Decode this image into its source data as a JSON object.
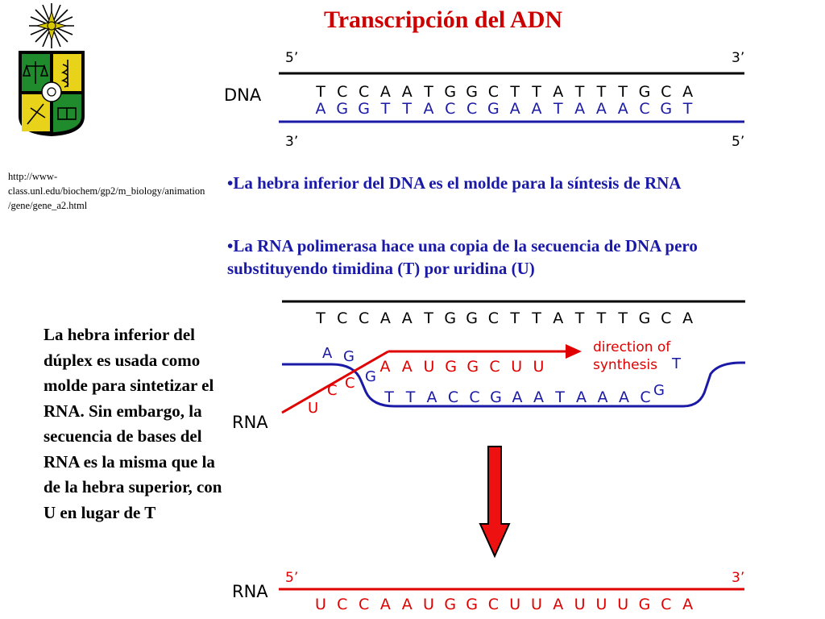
{
  "title": "Transcripción del ADN",
  "url_lines": [
    "http://www-",
    "class.unl.edu/biochem/gp2/m_biology/animation",
    "/gene/gene_a2.html"
  ],
  "bullets": [
    "•La hebra inferior del DNA es el molde para la síntesis de RNA",
    "•La RNA polimerasa hace una copia de la secuencia de DNA pero substituyendo timidina (T) por uridina (U)"
  ],
  "side_text": "La hebra inferior del dúplex es usada como molde para sintetizar el RNA. Sin embargo, la secuencia de bases del RNA es la misma que la de la hebra superior, con U en lugar de T",
  "diagram1": {
    "label": "DNA",
    "top_left": "5’",
    "top_right": "3’",
    "bottom_left": "3’",
    "bottom_right": "5’",
    "top_seq": [
      "T",
      "C",
      "C",
      "A",
      "A",
      "T",
      "G",
      "G",
      "C",
      "T",
      "T",
      "A",
      "T",
      "T",
      "T",
      "G",
      "C",
      "A"
    ],
    "bottom_seq": [
      "A",
      "G",
      "G",
      "T",
      "T",
      "A",
      "C",
      "C",
      "G",
      "A",
      "A",
      "T",
      "A",
      "A",
      "A",
      "C",
      "G",
      "T"
    ]
  },
  "diagram2": {
    "label": "RNA",
    "top_seq": [
      "T",
      "C",
      "C",
      "A",
      "A",
      "T",
      "G",
      "G",
      "C",
      "T",
      "T",
      "A",
      "T",
      "T",
      "T",
      "G",
      "C",
      "A"
    ],
    "rna_seq": [
      "A",
      "A",
      "U",
      "G",
      "G",
      "C",
      "U",
      "U"
    ],
    "template_seq": [
      "T",
      "T",
      "A",
      "C",
      "C",
      "G",
      "A",
      "A",
      "T",
      "A",
      "A",
      "A",
      "C"
    ],
    "left_blue_letters": [
      "A",
      "G"
    ],
    "left_red_letters": [
      "U",
      "C",
      "C"
    ],
    "left_g_letter": "G",
    "right_t_letter": "T",
    "right_g_letter": "G",
    "direction_line1": "direction of",
    "direction_line2": "synthesis"
  },
  "diagram3": {
    "label": "RNA",
    "left": "5’",
    "right": "3’",
    "seq": [
      "U",
      "C",
      "C",
      "A",
      "A",
      "U",
      "G",
      "G",
      "C",
      "U",
      "U",
      "A",
      "U",
      "U",
      "U",
      "G",
      "C",
      "A"
    ]
  },
  "colors": {
    "title": "#cc0000",
    "blue": "#1a1aa6",
    "red": "#e00000",
    "arrow": "#ee1111"
  }
}
